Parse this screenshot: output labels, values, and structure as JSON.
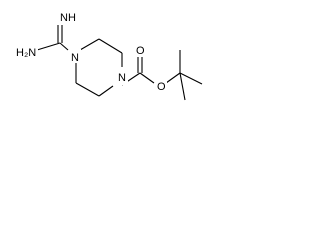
{
  "molecule": {
    "atom_labels": {
      "imine": "NH",
      "amine": "H₂N",
      "n_top": "N",
      "n_bottom": "N",
      "carbonyl_o": "O",
      "ester_o": "O"
    }
  },
  "colors": {
    "bond": "#000000",
    "background": "#ffffff"
  }
}
